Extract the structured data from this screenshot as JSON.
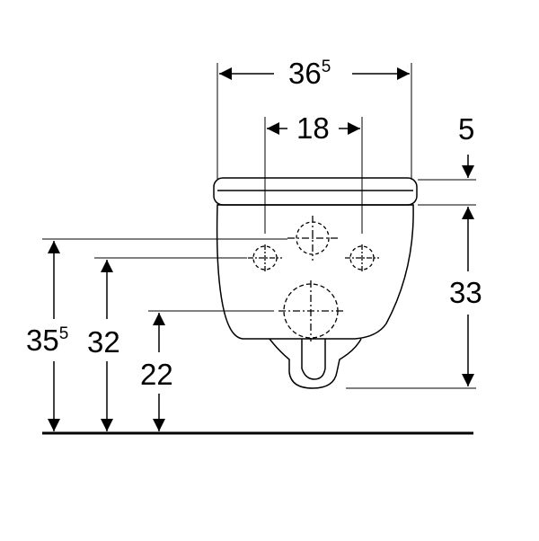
{
  "dimensions": {
    "total_width": {
      "main": "36",
      "sup": "5"
    },
    "fixing_spacing": "18",
    "seat_thickness": "5",
    "bowl_height": "33",
    "fixing_height": {
      "main": "35",
      "sup": "5"
    },
    "inlet_height": "32",
    "outlet_height": "22"
  },
  "colors": {
    "line": "#000000",
    "background": "#ffffff"
  }
}
